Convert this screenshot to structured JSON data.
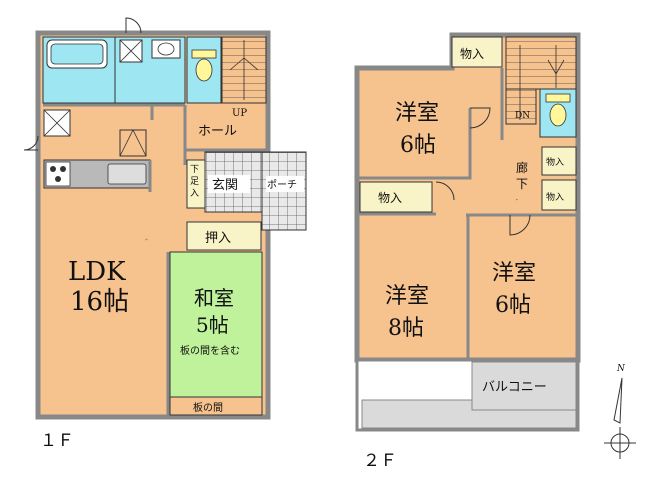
{
  "floor1": {
    "label": "１Ｆ",
    "ldk_name": "LDK",
    "ldk_size": "16帖",
    "hall": "ホール",
    "up": "UP",
    "genkan": "玄関",
    "shoe": "下足入",
    "porch": "ポーチ",
    "oshiire": "押入",
    "washitsu_name": "和室",
    "washitsu_size": "5帖",
    "washitsu_note": "板の間を含む",
    "itanoma": "板の間"
  },
  "floor2": {
    "label": "２Ｆ",
    "room_a_name": "洋室",
    "room_a_size": "6帖",
    "room_b_name": "洋室",
    "room_b_size": "8帖",
    "room_c_name": "洋室",
    "room_c_size": "6帖",
    "closet": "物入",
    "dn": "DN",
    "corridor": "廊下",
    "balcony": "バルコニー"
  },
  "compass": {
    "north": "N"
  },
  "colors": {
    "room": "#F6C28E",
    "bath": "#9EE6F2",
    "washitsu": "#BFF29B",
    "storage": "#F9F3C8",
    "stair": "#F6C28E",
    "wall": "#8A8A8A",
    "balcony": "#DADADA",
    "tile": "#B0B0B0"
  }
}
